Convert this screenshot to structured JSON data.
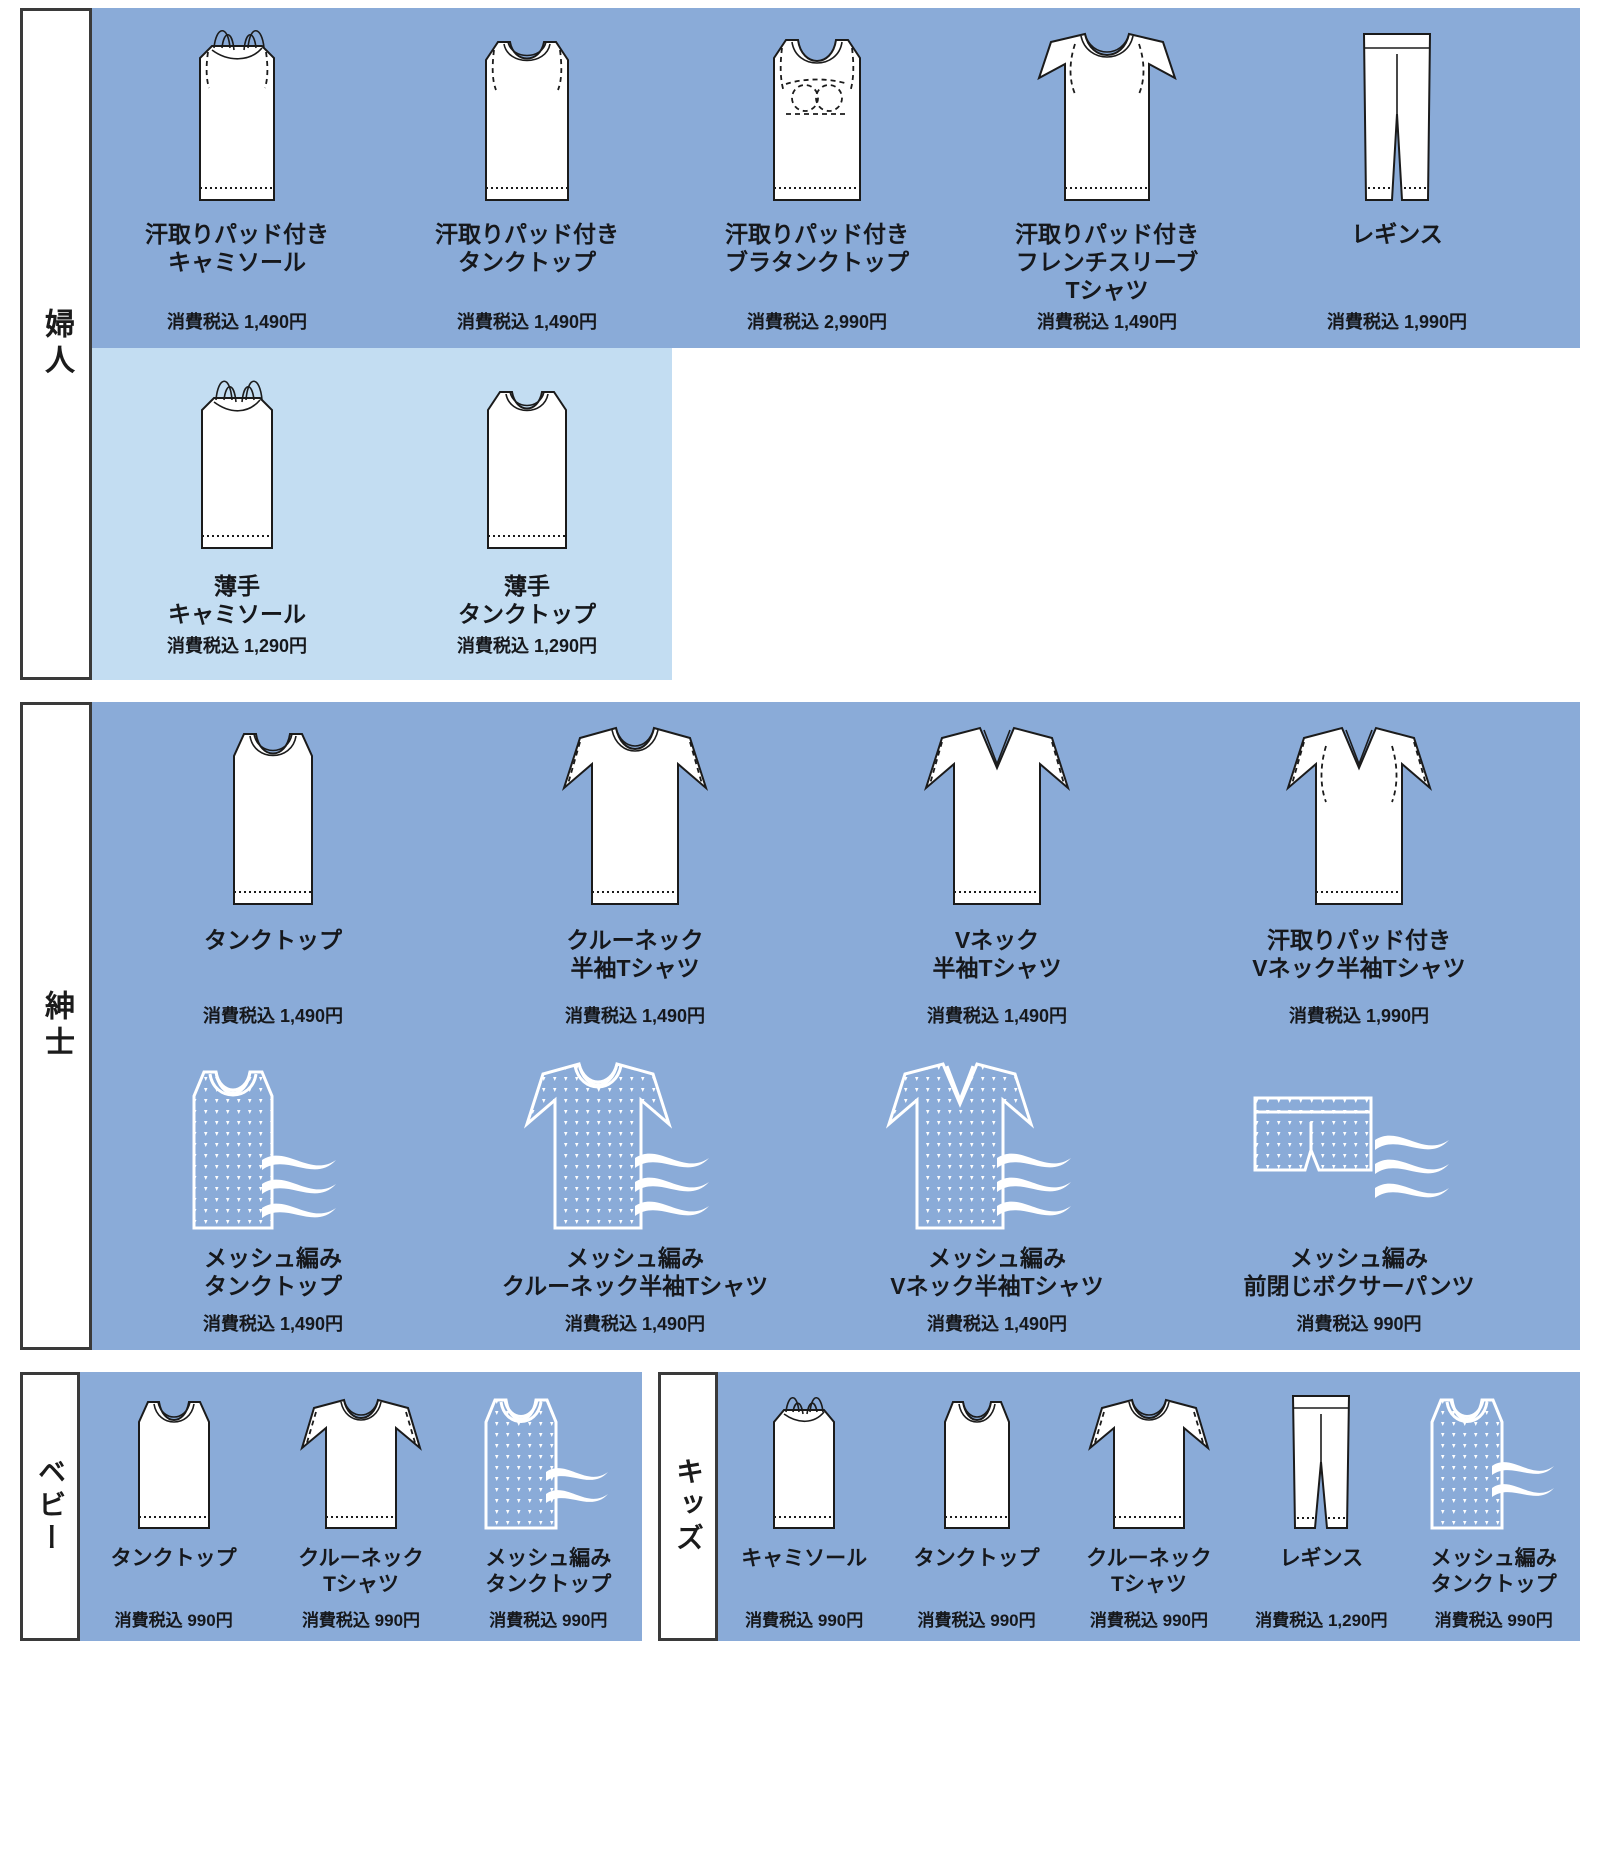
{
  "categories": {
    "women": "婦人",
    "men": "紳士",
    "baby": "ベビー",
    "kids": "キッズ"
  },
  "colors": {
    "panel_blue": "#8aabd8",
    "panel_light_blue": "#c3ddf2",
    "frame_dark": "#3a3a3a",
    "text": "#16181c",
    "garment_white": "#ffffff"
  },
  "women": {
    "row1": [
      {
        "name": "汗取りパッド付き\nキャミソール",
        "name_line1": "汗取りパッド付き",
        "name_line2": "キャミソール",
        "price": "消費税込 1,490円",
        "icon": "camisole-icon"
      },
      {
        "name": "汗取りパッド付き\nタンクトップ",
        "name_line1": "汗取りパッド付き",
        "name_line2": "タンクトップ",
        "price": "消費税込 1,490円",
        "icon": "tank-top-icon"
      },
      {
        "name": "汗取りパッド付き\nブラタンクトップ",
        "name_line1": "汗取りパッド付き",
        "name_line2": "ブラタンクトップ",
        "price": "消費税込 2,990円",
        "icon": "bra-tank-top-icon"
      },
      {
        "name": "汗取りパッド付き\nフレンチスリーブ\nTシャツ",
        "name_line1": "汗取りパッド付き",
        "name_line2": "フレンチスリーブ",
        "name_line3": "Tシャツ",
        "price": "消費税込 1,490円",
        "icon": "french-sleeve-tshirt-icon"
      },
      {
        "name": "レギンス",
        "name_line1": "レギンス",
        "price": "消費税込 1,990円",
        "icon": "leggings-icon"
      }
    ],
    "row2": [
      {
        "name_line1": "薄手",
        "name_line2": "キャミソール",
        "price": "消費税込 1,290円",
        "icon": "thin-camisole-icon"
      },
      {
        "name_line1": "薄手",
        "name_line2": "タンクトップ",
        "price": "消費税込 1,290円",
        "icon": "thin-tank-top-icon"
      }
    ]
  },
  "men": {
    "row1": [
      {
        "name_line1": "タンクトップ",
        "price": "消費税込 1,490円",
        "icon": "tank-top-icon"
      },
      {
        "name_line1": "クルーネック",
        "name_line2": "半袖Tシャツ",
        "price": "消費税込 1,490円",
        "icon": "crew-neck-tshirt-icon"
      },
      {
        "name_line1": "Vネック",
        "name_line2": "半袖Tシャツ",
        "price": "消費税込 1,490円",
        "icon": "v-neck-tshirt-icon"
      },
      {
        "name_line1": "汗取りパッド付き",
        "name_line2": "Vネック半袖Tシャツ",
        "price": "消費税込 1,990円",
        "icon": "pad-v-neck-tshirt-icon"
      }
    ],
    "row2": [
      {
        "name_line1": "メッシュ編み",
        "name_line2": "タンクトップ",
        "price": "消費税込 1,490円",
        "icon": "mesh-tank-top-icon"
      },
      {
        "name_line1": "メッシュ編み",
        "name_line2": "クルーネック半袖Tシャツ",
        "price": "消費税込 1,490円",
        "icon": "mesh-crew-neck-tshirt-icon"
      },
      {
        "name_line1": "メッシュ編み",
        "name_line2": "Vネック半袖Tシャツ",
        "price": "消費税込 1,490円",
        "icon": "mesh-v-neck-tshirt-icon"
      },
      {
        "name_line1": "メッシュ編み",
        "name_line2": "前閉じボクサーパンツ",
        "price": "消費税込 990円",
        "icon": "mesh-boxer-pants-icon"
      }
    ]
  },
  "baby": {
    "items": [
      {
        "name_line1": "タンクトップ",
        "price": "消費税込 990円",
        "icon": "tank-top-icon"
      },
      {
        "name_line1": "クルーネック",
        "name_line2": "Tシャツ",
        "price": "消費税込 990円",
        "icon": "crew-neck-tshirt-icon"
      },
      {
        "name_line1": "メッシュ編み",
        "name_line2": "タンクトップ",
        "price": "消費税込 990円",
        "icon": "mesh-tank-top-icon"
      }
    ]
  },
  "kids": {
    "items": [
      {
        "name_line1": "キャミソール",
        "price": "消費税込 990円",
        "icon": "camisole-icon"
      },
      {
        "name_line1": "タンクトップ",
        "price": "消費税込 990円",
        "icon": "tank-top-icon"
      },
      {
        "name_line1": "クルーネック",
        "name_line2": "Tシャツ",
        "price": "消費税込 990円",
        "icon": "crew-neck-tshirt-icon"
      },
      {
        "name_line1": "レギンス",
        "price": "消費税込 1,290円",
        "icon": "leggings-icon"
      },
      {
        "name_line1": "メッシュ編み",
        "name_line2": "タンクトップ",
        "price": "消費税込 990円",
        "icon": "mesh-tank-top-icon"
      }
    ]
  }
}
